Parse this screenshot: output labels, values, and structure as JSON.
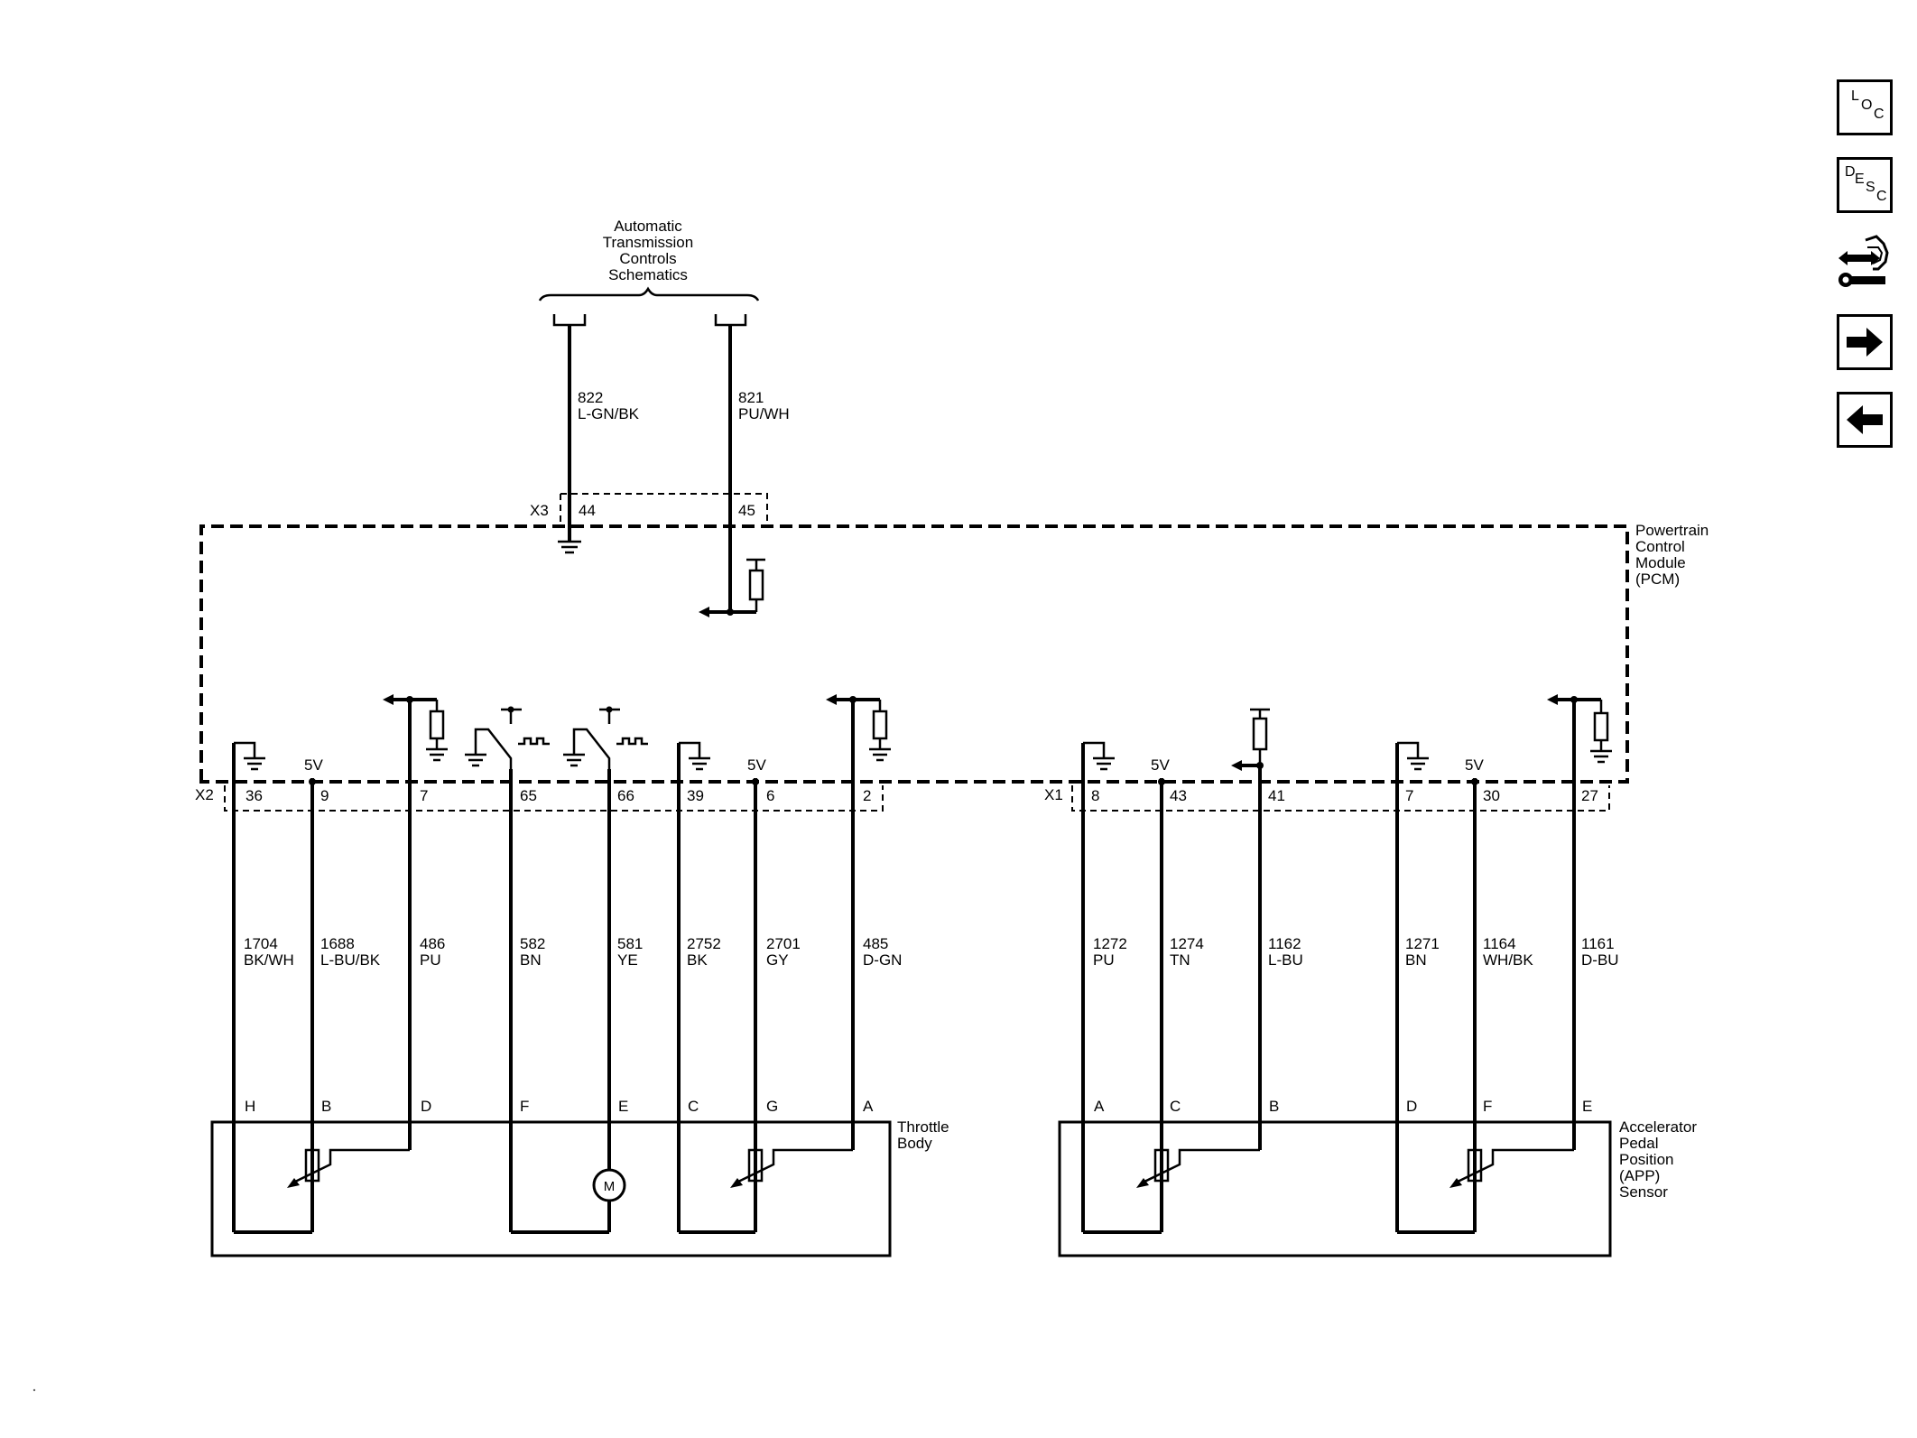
{
  "atc": {
    "line1": "Automatic",
    "line2": "Transmission",
    "line3": "Controls",
    "line4": "Schematics"
  },
  "top_circuits": [
    {
      "num": "822",
      "color": "L-GN/BK"
    },
    {
      "num": "821",
      "color": "PU/WH"
    }
  ],
  "x3": {
    "label": "X3",
    "pins": [
      "44",
      "45"
    ]
  },
  "pcm": {
    "line1": "Powertrain",
    "line2": "Control",
    "line3": "Module",
    "line4": "(PCM)"
  },
  "voltage_label": "5V",
  "x2": {
    "label": "X2",
    "pins": [
      "36",
      "9",
      "7",
      "65",
      "66",
      "39",
      "6",
      "2"
    ],
    "circuits": [
      {
        "num": "1704",
        "color": "BK/WH"
      },
      {
        "num": "1688",
        "color": "L-BU/BK"
      },
      {
        "num": "486",
        "color": "PU"
      },
      {
        "num": "582",
        "color": "BN"
      },
      {
        "num": "581",
        "color": "YE"
      },
      {
        "num": "2752",
        "color": "BK"
      },
      {
        "num": "2701",
        "color": "GY"
      },
      {
        "num": "485",
        "color": "D-GN"
      }
    ],
    "terminals": [
      "H",
      "B",
      "D",
      "F",
      "E",
      "C",
      "G",
      "A"
    ]
  },
  "x1": {
    "label": "X1",
    "pins": [
      "8",
      "43",
      "41",
      "7",
      "30",
      "27"
    ],
    "circuits": [
      {
        "num": "1272",
        "color": "PU"
      },
      {
        "num": "1274",
        "color": "TN"
      },
      {
        "num": "1162",
        "color": "L-BU"
      },
      {
        "num": "1271",
        "color": "BN"
      },
      {
        "num": "1164",
        "color": "WH/BK"
      },
      {
        "num": "1161",
        "color": "D-BU"
      }
    ],
    "terminals": [
      "A",
      "C",
      "B",
      "D",
      "F",
      "E"
    ]
  },
  "throttle": {
    "line1": "Throttle",
    "line2": "Body",
    "motor": "M"
  },
  "app": {
    "line1": "Accelerator",
    "line2": "Pedal",
    "line3": "Position",
    "line4": "(APP)",
    "line5": "Sensor"
  },
  "nav": {
    "loc": {
      "a": "L",
      "b": "O",
      "c": "C"
    },
    "desc": {
      "a": "D",
      "b": "E",
      "c": "S",
      "d": "C"
    },
    "icons": [
      "connector-end-view-icon",
      "arrow-right-icon",
      "arrow-left-icon"
    ]
  }
}
